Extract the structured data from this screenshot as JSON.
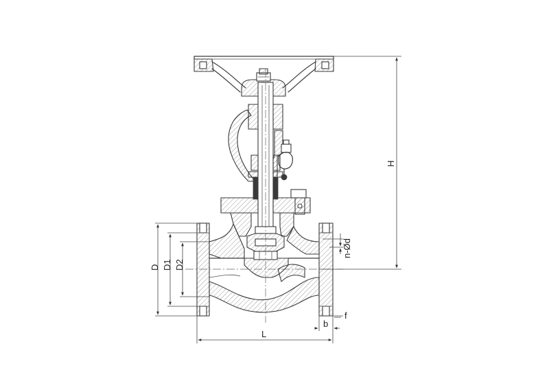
{
  "labels": {
    "H": "H",
    "D": "D",
    "D1": "D1",
    "D2": "D2",
    "n_d": "n-Ød",
    "f": "f",
    "b": "b",
    "L": "L"
  }
}
